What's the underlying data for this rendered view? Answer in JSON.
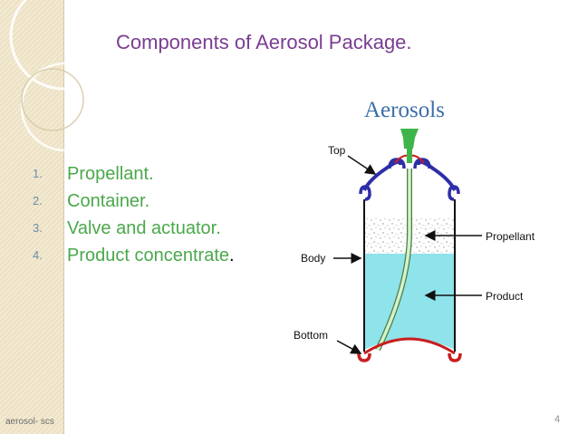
{
  "slide": {
    "title": "Components of Aerosol Package.",
    "items": [
      {
        "number": "1.",
        "text": "Propellant.",
        "suffix": ""
      },
      {
        "number": "2.",
        "text": "Container.",
        "suffix": ""
      },
      {
        "number": "3.",
        "text": "Valve and actuator.",
        "suffix": ""
      },
      {
        "number": "4.",
        "text": "Product concentrate",
        "suffix": "."
      }
    ],
    "footer": "aerosol- scs",
    "page_number": "4"
  },
  "diagram": {
    "heading": "Aerosols",
    "labels": {
      "top": "Top",
      "body": "Body",
      "bottom": "Bottom",
      "propellant": "Propellant",
      "product": "Product"
    }
  },
  "colors": {
    "title": "#7a3d91",
    "list_text": "#4aa84b",
    "list_number": "#6b8ca8",
    "heading": "#3b6ea8",
    "product_liquid": "#8fe3ea",
    "valve_cap": "#2e2ea8",
    "bottom_rim": "#c81e1e",
    "actuator": "#3db54a"
  }
}
